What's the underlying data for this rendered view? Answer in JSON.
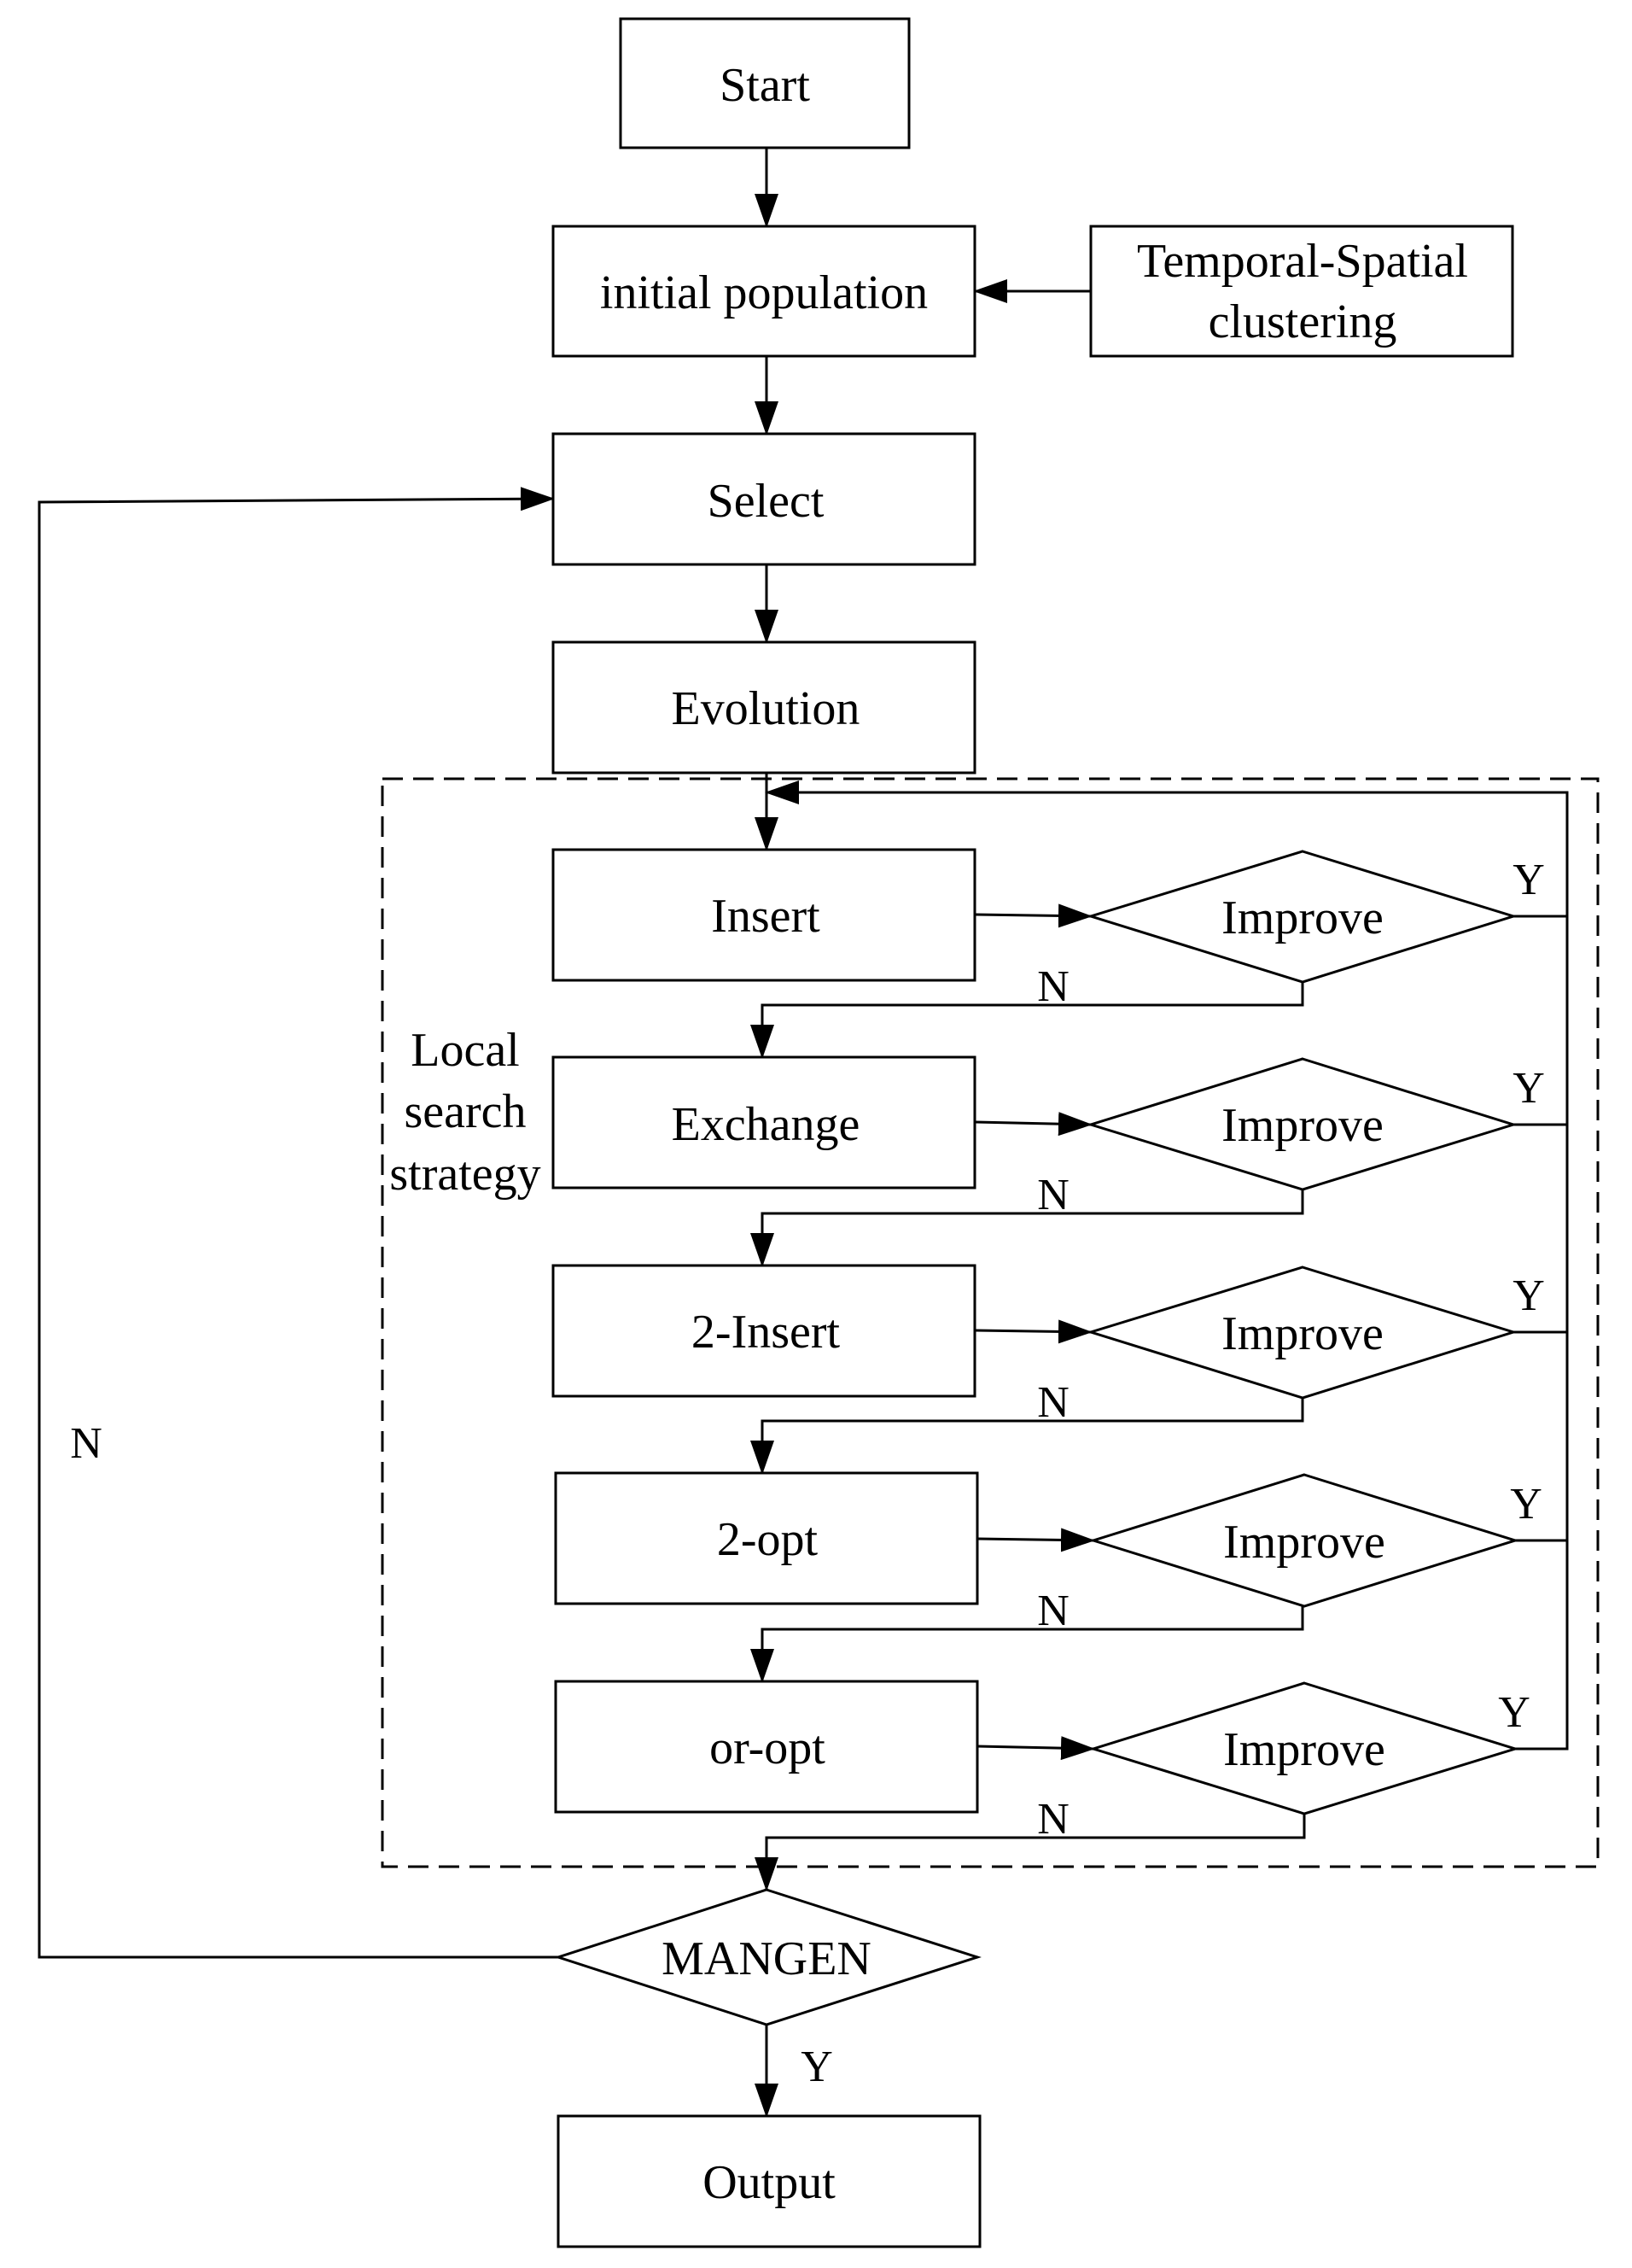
{
  "diagram": {
    "nodes": {
      "start": "Start",
      "initial_population": "initial population",
      "clustering_line1": "Temporal-Spatial",
      "clustering_line2": "clustering",
      "select": "Select",
      "evolution": "Evolution",
      "insert": "Insert",
      "exchange": "Exchange",
      "two_insert": "2-Insert",
      "two_opt": "2-opt",
      "or_opt": "or-opt",
      "improve": "Improve",
      "mangen": "MANGEN",
      "output": "Output"
    },
    "region_label": [
      "Local",
      "search",
      "strategy"
    ],
    "edge_labels": {
      "yes": "Y",
      "no": "N"
    }
  }
}
